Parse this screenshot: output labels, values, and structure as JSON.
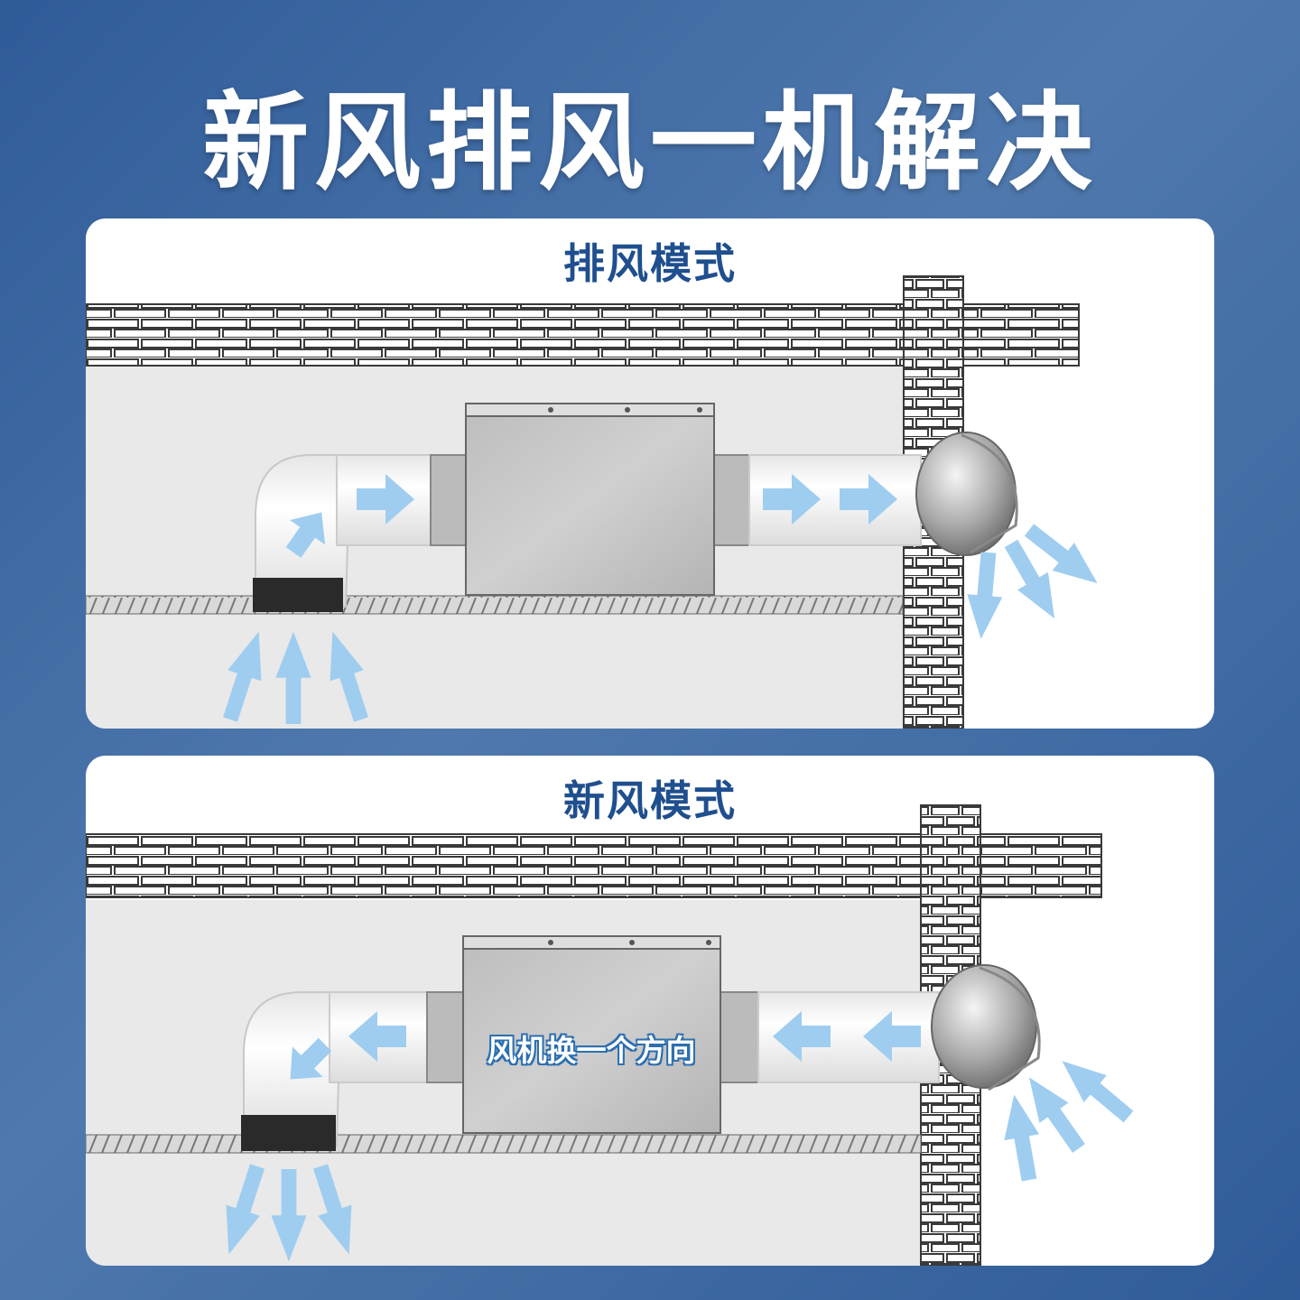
{
  "headline": "新风排风一机解决",
  "colors": {
    "background": "#3a66a0",
    "panel": "#ffffff",
    "title": "#1f4f8e",
    "arrow": "#9fcdf0",
    "brick_stroke": "#3a3a3a",
    "fan_box": "#c8c8c8"
  },
  "panels": [
    {
      "title": "排风模式",
      "airflow": "exhaust"
    },
    {
      "title": "新风模式",
      "airflow": "intake",
      "fan_note": "风机换一个方向"
    }
  ],
  "icons": [
    "arrow-icon",
    "elbow-duct-icon",
    "fan-box-icon",
    "vent-hood-icon",
    "brick-wall-icon"
  ]
}
